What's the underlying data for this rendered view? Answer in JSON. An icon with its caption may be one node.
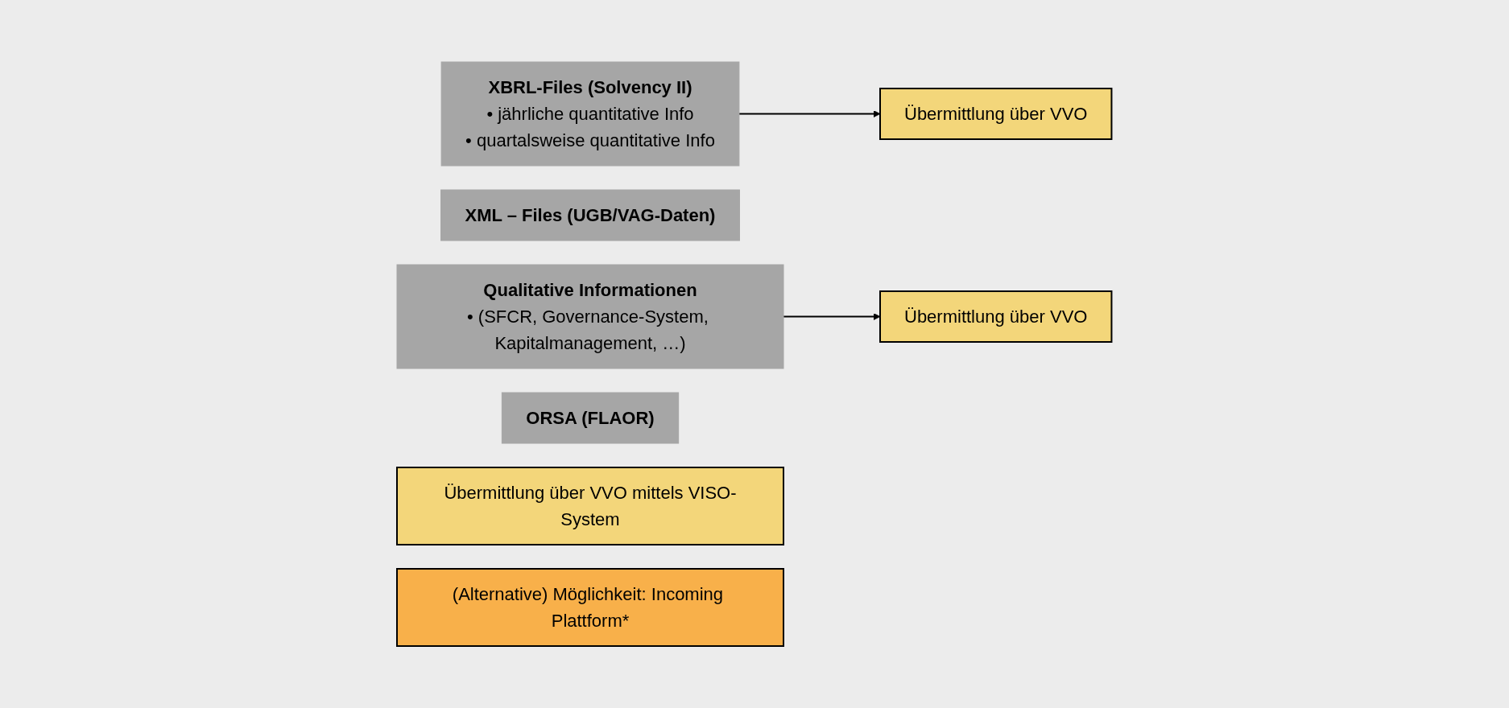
{
  "diagram": {
    "nodes": [
      {
        "text": [
          "XBRL-Files (Solvency II)",
          "• jährliche quantitative Info",
          "• quartalsweise quantitative Info"
        ]
      },
      {
        "text": [
          "XML – Files (UGB/VAG-Daten)"
        ]
      },
      {
        "text": [
          "Qualitative Informationen",
          "• (SFCR, Governance-System, Kapitalmanagement, …)"
        ]
      },
      {
        "text": [
          "ORSA (FLAOR)"
        ]
      },
      {
        "text": [
          "Übermittlung über VVO"
        ]
      },
      {
        "text": [
          "Übermittlung über VVO mittels VISO-System"
        ]
      },
      {
        "text": [
          "Übermittlung über VVO"
        ]
      },
      {
        "text": [
          "(Alternative) Möglichkeit: Incoming Plattform*"
        ]
      }
    ],
    "edges": [
      {
        "from": 0,
        "to": 4,
        "arrow": "to"
      },
      {
        "from": 2,
        "to": 6,
        "arrow": "to"
      }
    ]
  }
}
